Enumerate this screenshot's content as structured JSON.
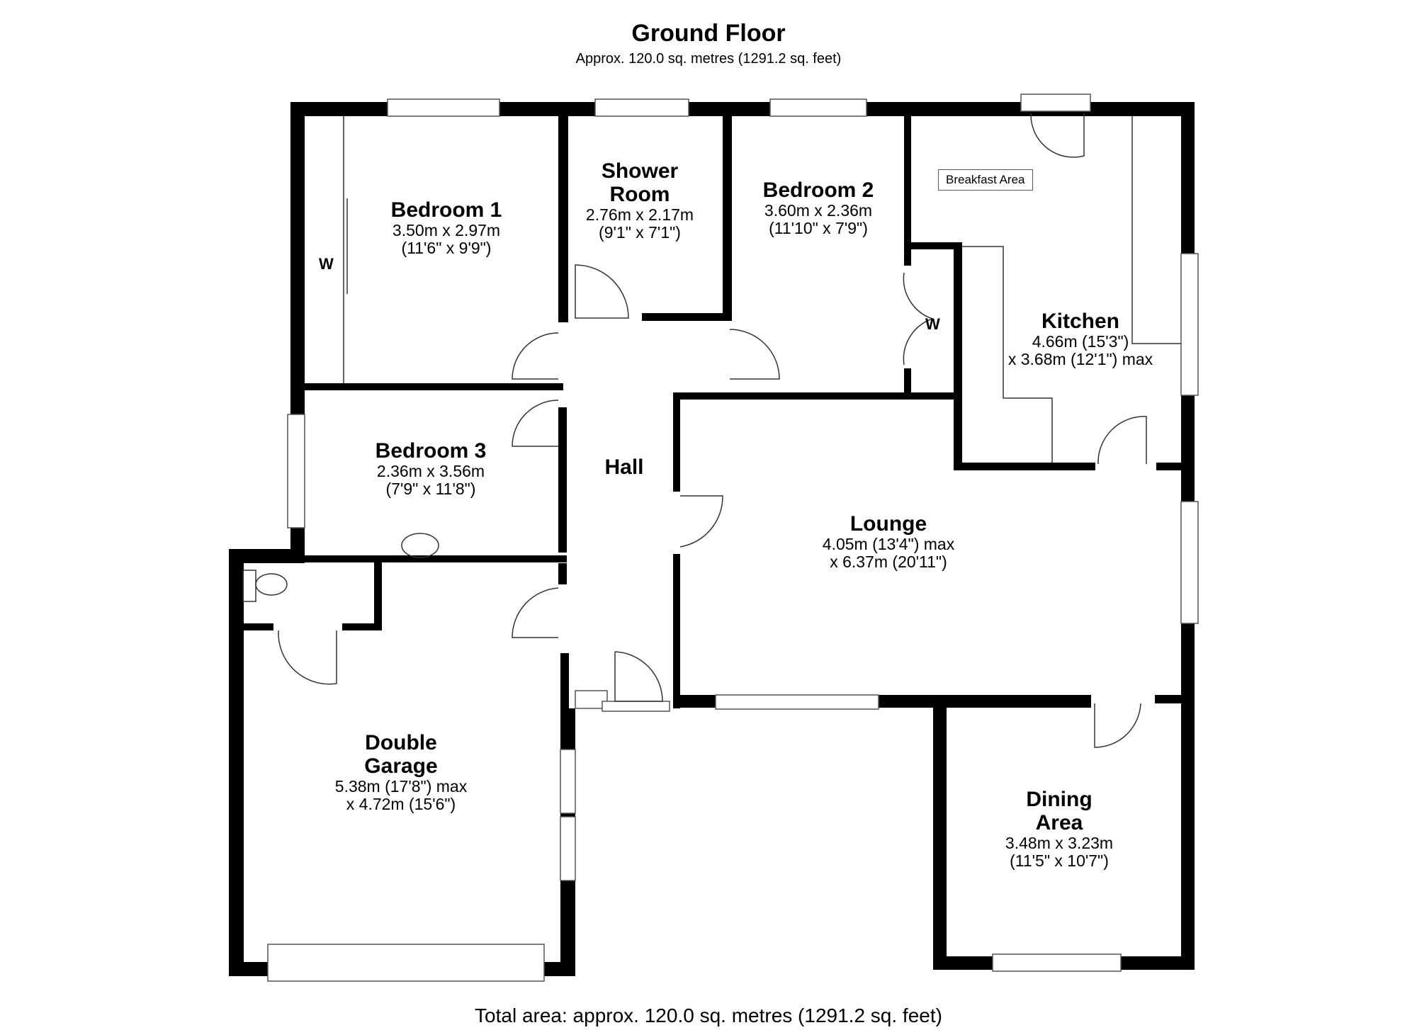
{
  "header": {
    "title": "Ground Floor",
    "subtitle": "Approx. 120.0 sq. metres (1291.2 sq. feet)"
  },
  "footer": {
    "total": "Total area: approx. 120.0 sq. metres (1291.2 sq. feet)"
  },
  "rooms": [
    {
      "name": "Bedroom 1",
      "dim1": "3.50m x 2.97m",
      "dim2": "(11'6\" x 9'9\")"
    },
    {
      "name_line1": "Shower",
      "name_line2": "Room",
      "dim1": "2.76m x 2.17m",
      "dim2": "(9'1\" x 7'1\")"
    },
    {
      "name": "Bedroom 2",
      "dim1": "3.60m x 2.36m",
      "dim2": "(11'10\" x 7'9\")"
    },
    {
      "name": "Kitchen",
      "dim1": "4.66m (15'3\")",
      "dim2": "x 3.68m (12'1\") max"
    },
    {
      "name": "Bedroom 3",
      "dim1": "2.36m x 3.56m",
      "dim2": "(7'9\" x 11'8\")"
    },
    {
      "name": "Hall"
    },
    {
      "name": "Lounge",
      "dim1": "4.05m (13'4\") max",
      "dim2": "x 6.37m (20'11\")"
    },
    {
      "name_line1": "Double",
      "name_line2": "Garage",
      "dim1": "5.38m (17'8\") max",
      "dim2": "x 4.72m (15'6\")"
    },
    {
      "name_line1": "Dining",
      "name_line2": "Area",
      "dim1": "3.48m x 3.23m",
      "dim2": "(11'5\" x 10'7\")"
    }
  ],
  "labels": {
    "wardrobe_bedroom1": "W",
    "wardrobe_bedroom2": "W",
    "breakfast_area": "Breakfast Area"
  },
  "colors": {
    "wall": "#000000",
    "background": "#ffffff"
  }
}
